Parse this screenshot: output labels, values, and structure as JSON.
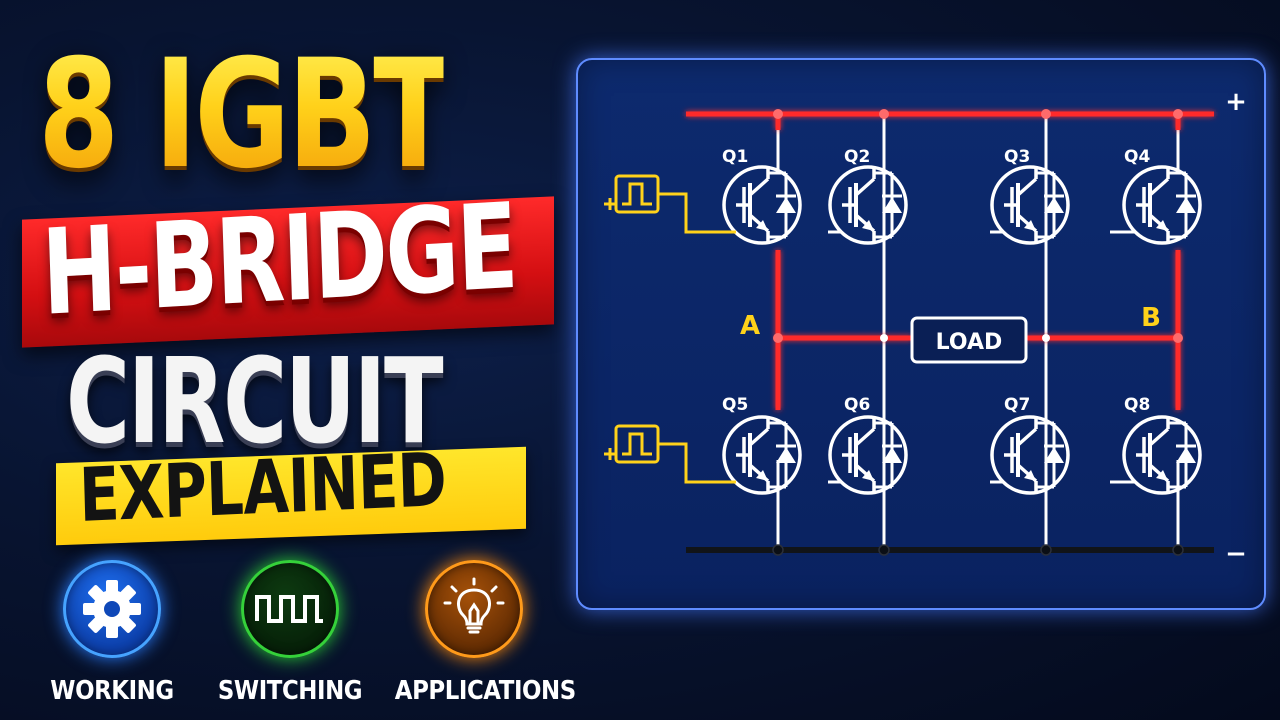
{
  "title": {
    "line1": "8 IGBT",
    "line2": "H-BRIDGE",
    "line3": "CIRCUIT",
    "line4": "EXPLAINED"
  },
  "features": [
    {
      "label": "WORKING",
      "icon": "gear-icon",
      "color": "#1e6ff0"
    },
    {
      "label": "SWITCHING",
      "icon": "square-wave-icon",
      "color": "#35d13a"
    },
    {
      "label": "APPLICATIONS",
      "icon": "light-bulb-icon",
      "color": "#ff9a1a"
    }
  ],
  "diagram": {
    "positive_rail": "+",
    "negative_rail": "−",
    "node_a": "A",
    "node_b": "B",
    "load": "LOAD",
    "transistors": [
      "Q1",
      "Q2",
      "Q3",
      "Q4",
      "Q5",
      "Q6",
      "Q7",
      "Q8"
    ]
  },
  "colors": {
    "title_yellow": "#ffd21a",
    "banner_red": "#d40f12",
    "banner_yellow": "#ffcb0c",
    "rail_red": "#ff2b2b",
    "gate_yellow": "#ffd21a",
    "panel_blue": "#0d2a6e"
  }
}
